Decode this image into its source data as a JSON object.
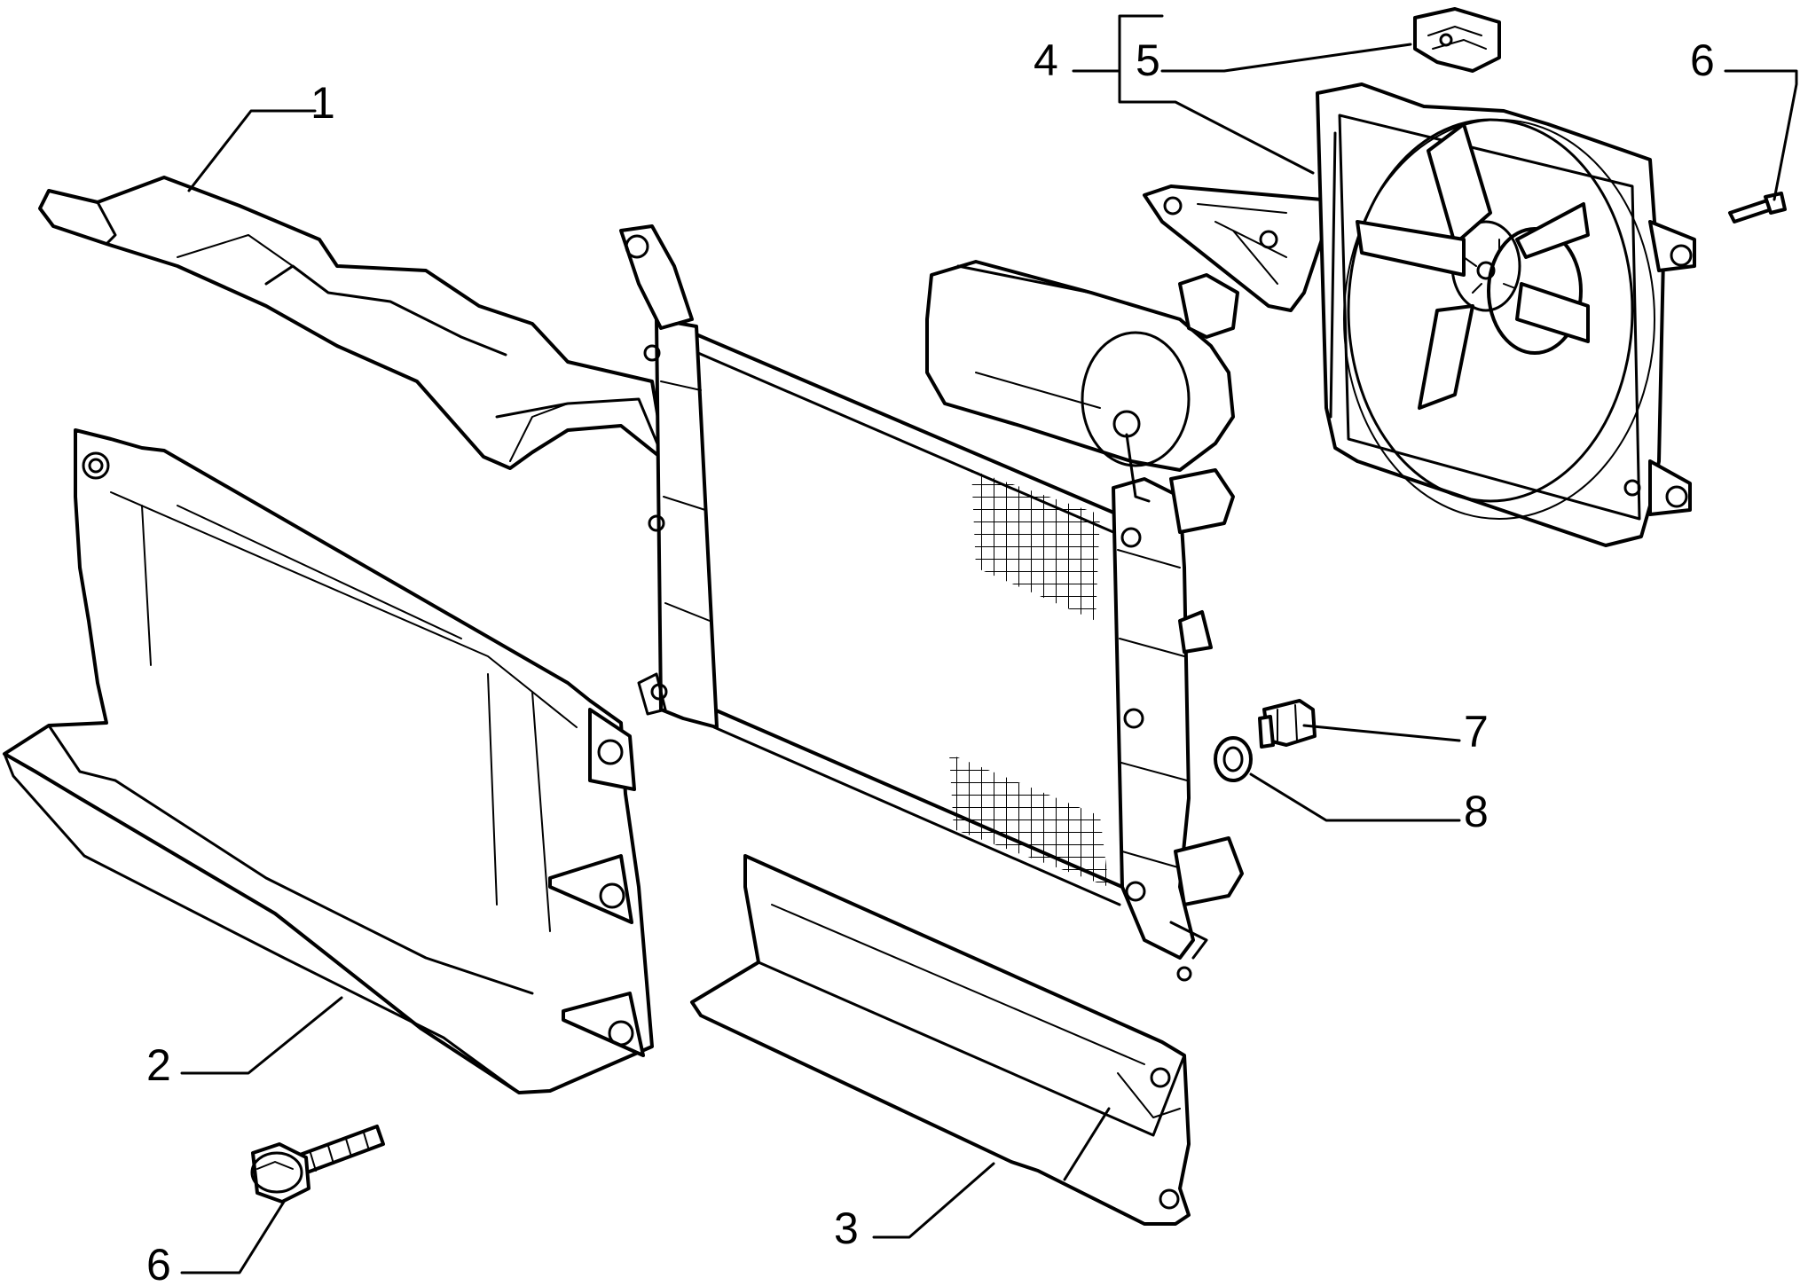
{
  "callouts": {
    "c1": "1",
    "c2": "2",
    "c3": "3",
    "c4": "4",
    "c5": "5",
    "c6_top": "6",
    "c6_bottom": "6",
    "c7": "7",
    "c8": "8"
  },
  "colors": {
    "line": "#000000",
    "background": "#ffffff"
  }
}
